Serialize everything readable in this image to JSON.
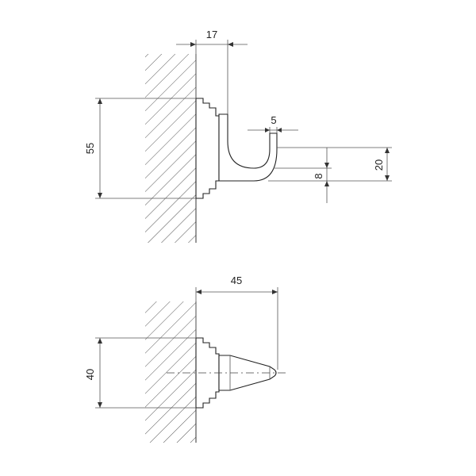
{
  "side_view": {
    "dims": {
      "projection": "17",
      "tip_width": "5",
      "plate_height": "55",
      "hook_rise": "20",
      "hook_gap": "8"
    }
  },
  "top_view": {
    "dims": {
      "depth": "45",
      "base_height": "40"
    }
  },
  "colors": {
    "line": "#333333",
    "background": "#ffffff"
  }
}
